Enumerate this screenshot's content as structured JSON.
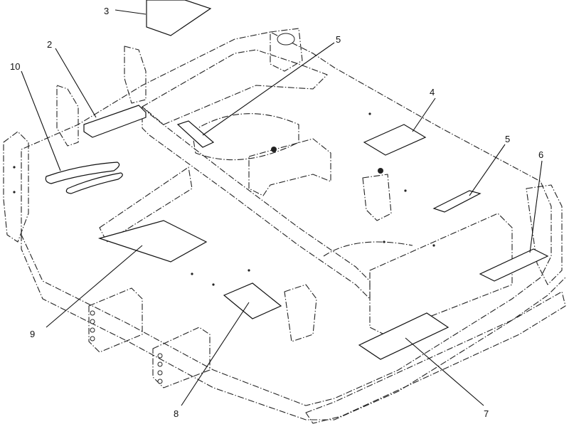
{
  "callouts": [
    {
      "id": "c3",
      "label": "3"
    },
    {
      "id": "c2",
      "label": "2"
    },
    {
      "id": "c10",
      "label": "10"
    },
    {
      "id": "c5a",
      "label": "5"
    },
    {
      "id": "c4",
      "label": "4"
    },
    {
      "id": "c5b",
      "label": "5"
    },
    {
      "id": "c6",
      "label": "6"
    },
    {
      "id": "c9",
      "label": "9"
    },
    {
      "id": "c8",
      "label": "8"
    },
    {
      "id": "c7",
      "label": "7"
    }
  ]
}
